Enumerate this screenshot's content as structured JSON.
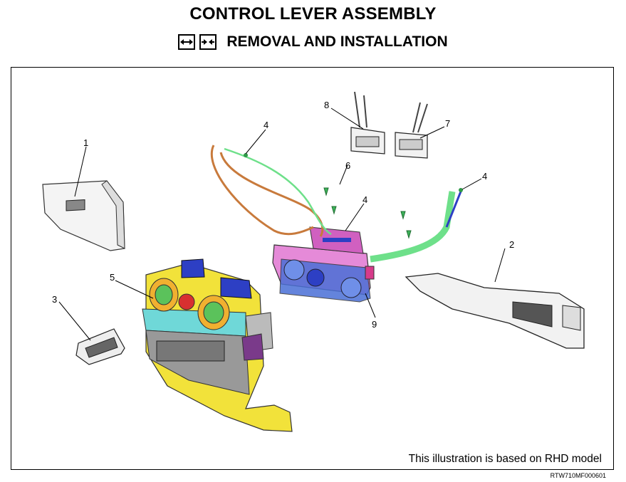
{
  "header": {
    "title": "CONTROL LEVER ASSEMBLY",
    "subtitle": "REMOVAL AND INSTALLATION",
    "icons": [
      "removal-arrows-icon",
      "installation-arrows-icon"
    ]
  },
  "diagram": {
    "callouts": {
      "c1": "1",
      "c2": "2",
      "c3": "3",
      "c4a": "4",
      "c4b": "4",
      "c4c": "4",
      "c5": "5",
      "c6": "6",
      "c7": "7",
      "c8": "8",
      "c9": "9"
    },
    "note": "This illustration is based on RHD model"
  },
  "footer": {
    "code": "RTW710MF000601"
  },
  "colors": {
    "cable_orange": "#c87a3c",
    "cable_green": "#6ee08a",
    "bezel_yellow": "#f2e23a",
    "vent_green": "#5bc25b",
    "control_pink": "#e58ad8",
    "knob_blue": "#4a6fd6",
    "frame_cyan": "#6fd8d8",
    "dark_blue": "#2d3fc4"
  }
}
